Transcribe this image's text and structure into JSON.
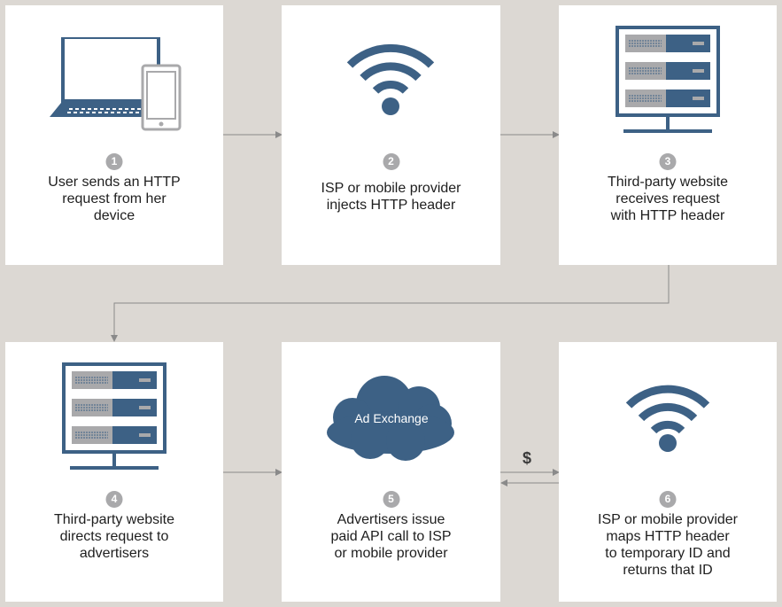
{
  "colors": {
    "background": "#dcd8d3",
    "card": "#ffffff",
    "icon_blue": "#3d6185",
    "icon_gray": "#a9a9ab",
    "arrow": "#8a8a8a"
  },
  "steps": [
    {
      "number": "1",
      "text": "User sends an HTTP\nrequest from her\ndevice",
      "icon": "laptop-phone-icon"
    },
    {
      "number": "2",
      "text": "ISP or mobile provider\ninjects HTTP header",
      "icon": "wifi-icon"
    },
    {
      "number": "3",
      "text": "Third-party website\nreceives request\nwith HTTP header",
      "icon": "server-icon"
    },
    {
      "number": "4",
      "text": "Third-party website\ndirects request to\nadvertisers",
      "icon": "server-icon"
    },
    {
      "number": "5",
      "text": "Advertisers issue\npaid API call to ISP\nor mobile provider",
      "icon": "cloud-icon"
    },
    {
      "number": "6",
      "text": "ISP or mobile provider\nmaps HTTP header\nto temporary ID and\nreturns that ID",
      "icon": "wifi-icon"
    }
  ],
  "cloud_label": "Ad Exchange",
  "payment_label": "$"
}
